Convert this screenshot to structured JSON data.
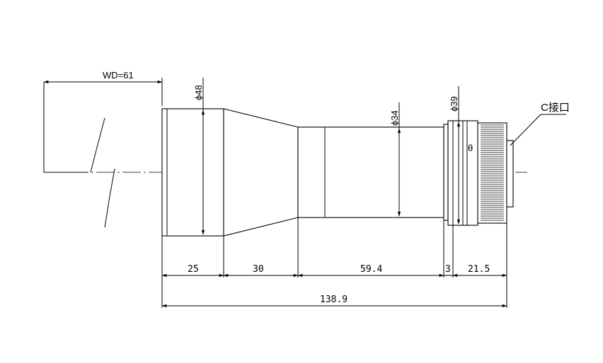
{
  "drawing": {
    "working_distance_label": "WD=61",
    "diameters": {
      "d48": "ϕ48",
      "d34": "ϕ34",
      "d39": "ϕ39"
    },
    "mount_label": "C接口",
    "mount_symbol": "θ",
    "segments": {
      "seg1": "25",
      "seg2": "30",
      "seg3": "59.4",
      "seg4": "3",
      "seg5": "21.5"
    },
    "total_length": "138.9"
  }
}
